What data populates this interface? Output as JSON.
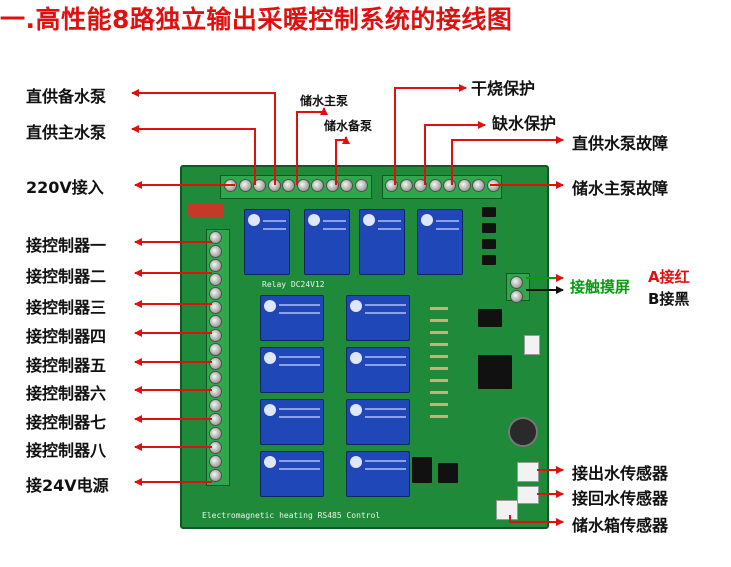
{
  "title": "一.高性能8路独立输出采暖控制系统的接线图",
  "labels_left": [
    "直供备水泵",
    "直供主水泵",
    "220V接入",
    "接控制器一",
    "接控制器二",
    "接控制器三",
    "接控制器四",
    "接控制器五",
    "接控制器六",
    "接控制器七",
    "接控制器八",
    "接24V电源"
  ],
  "labels_top": {
    "storage_main_pump": "储水主泵",
    "storage_backup_pump": "储水备泵",
    "dry_burn": "干烧保护",
    "water_shortage": "缺水保护"
  },
  "labels_right": {
    "direct_pump_fault": "直供水泵故障",
    "storage_pump_fault": "储水主泵故障",
    "touch_screen": "接触摸屏",
    "a_red": "A接红",
    "b_black": "B接黑",
    "outlet_sensor": "接出水传感器",
    "return_sensor": "接回水传感器",
    "tank_sensor": "储水箱传感器"
  },
  "board_silk": {
    "relay": "Relay  DC24V12",
    "bottom": "Electromagnetic heating RS485 Control"
  },
  "colors": {
    "title": "#e01010",
    "arrow": "#e01010",
    "board": "#1f8a3a",
    "relay": "#1f47b8",
    "touch_green": "#0a9a14"
  }
}
